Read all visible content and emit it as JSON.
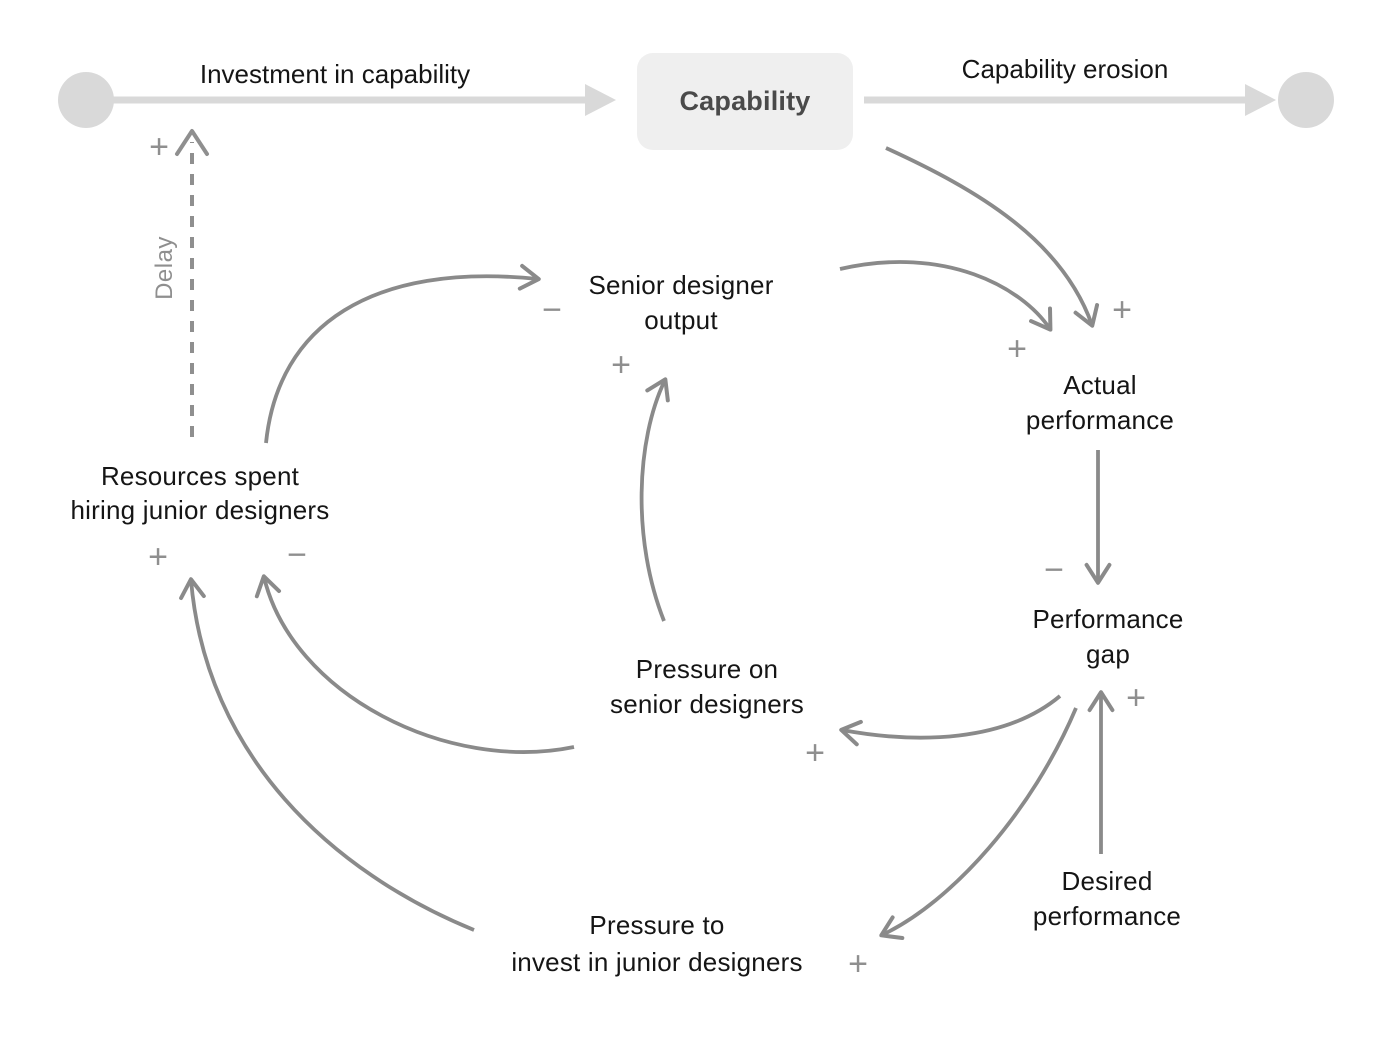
{
  "colors": {
    "causal_arrow": "#8a8a8a",
    "flow_gray": "#d9d9d9",
    "stock_fill": "#efefef",
    "stock_text": "#4a4a4a",
    "label_text": "#151515",
    "sign_text": "#8f8f8f"
  },
  "stock_flow": {
    "inflow_label": "Investment in capability",
    "stock_label": "Capability",
    "outflow_label": "Capability erosion"
  },
  "nodes": [
    {
      "id": "resources",
      "label": "Resources spent\nhiring junior designers"
    },
    {
      "id": "senior-output",
      "label": "Senior designer\noutput"
    },
    {
      "id": "actual-performance",
      "label": "Actual\nperformance"
    },
    {
      "id": "performance-gap",
      "label": "Performance\ngap"
    },
    {
      "id": "desired-performance",
      "label": "Desired\nperformance"
    },
    {
      "id": "pressure-senior",
      "label": "Pressure on\nsenior designers"
    },
    {
      "id": "pressure-invest",
      "label": "Pressure to\ninvest in junior designers"
    }
  ],
  "edges": [
    {
      "from": "resources",
      "to": "investment-in-capability",
      "sign": "+",
      "style": "dashed",
      "label": "Delay"
    },
    {
      "from": "resources",
      "to": "senior-output",
      "sign": "−"
    },
    {
      "from": "senior-output",
      "to": "actual-performance",
      "sign": "+"
    },
    {
      "from": "capability",
      "to": "actual-performance",
      "sign": "+"
    },
    {
      "from": "actual-performance",
      "to": "performance-gap",
      "sign": "−"
    },
    {
      "from": "desired-performance",
      "to": "performance-gap",
      "sign": "+"
    },
    {
      "from": "performance-gap",
      "to": "pressure-senior",
      "sign": "+"
    },
    {
      "from": "performance-gap",
      "to": "pressure-invest",
      "sign": "+"
    },
    {
      "from": "pressure-senior",
      "to": "senior-output",
      "sign": "+"
    },
    {
      "from": "pressure-senior",
      "to": "resources",
      "sign": "−"
    },
    {
      "from": "pressure-invest",
      "to": "resources",
      "sign": "+"
    }
  ]
}
